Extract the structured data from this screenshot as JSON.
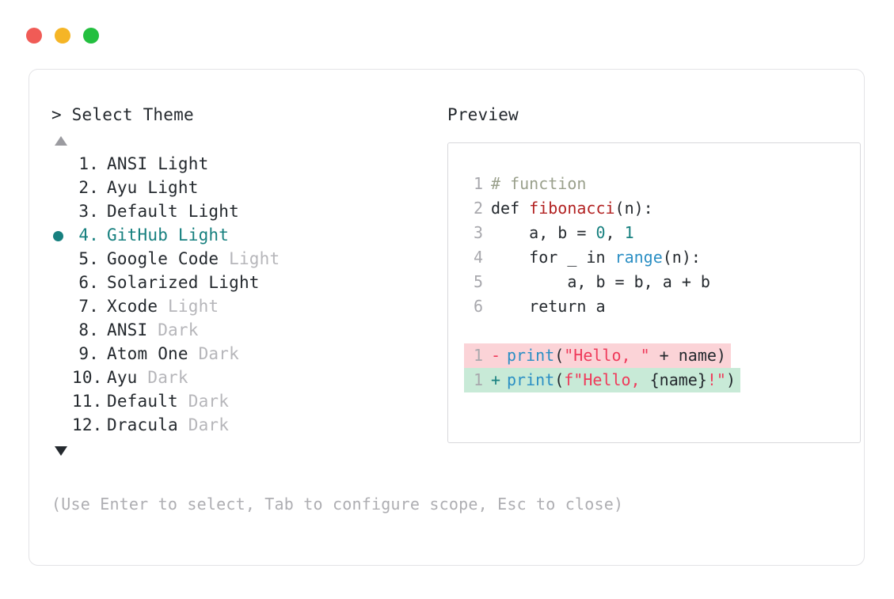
{
  "window": {
    "dots": [
      {
        "name": "close",
        "color": "#f05b56"
      },
      {
        "name": "minimize",
        "color": "#f5b526"
      },
      {
        "name": "maximize",
        "color": "#23bf3f"
      }
    ]
  },
  "prompt": {
    "heading": "> Select Theme",
    "scroll_up_indicator": "▲",
    "scroll_down_indicator": "▼",
    "selected_index": 4,
    "selected_marker": "●",
    "accent_color": "#17807f",
    "muted_color": "#b6b6ba"
  },
  "themes": [
    {
      "index": "1.",
      "name": "ANSI",
      "variant": " Light",
      "variant_muted": false,
      "selected": false
    },
    {
      "index": "2.",
      "name": "Ayu",
      "variant": " Light",
      "variant_muted": false,
      "selected": false
    },
    {
      "index": "3.",
      "name": "Default",
      "variant": " Light",
      "variant_muted": false,
      "selected": false
    },
    {
      "index": "4.",
      "name": "GitHub",
      "variant": " Light",
      "variant_muted": false,
      "selected": true
    },
    {
      "index": "5.",
      "name": "Google Code",
      "variant": " Light",
      "variant_muted": true,
      "selected": false
    },
    {
      "index": "6.",
      "name": "Solarized",
      "variant": " Light",
      "variant_muted": false,
      "selected": false
    },
    {
      "index": "7.",
      "name": "Xcode",
      "variant": " Light",
      "variant_muted": true,
      "selected": false
    },
    {
      "index": "8.",
      "name": "ANSI",
      "variant": " Dark",
      "variant_muted": true,
      "selected": false
    },
    {
      "index": "9.",
      "name": "Atom One",
      "variant": " Dark",
      "variant_muted": true,
      "selected": false
    },
    {
      "index": "10.",
      "name": "Ayu",
      "variant": " Dark",
      "variant_muted": true,
      "selected": false
    },
    {
      "index": "11.",
      "name": "Default",
      "variant": " Dark",
      "variant_muted": true,
      "selected": false
    },
    {
      "index": "12.",
      "name": "Dracula",
      "variant": " Dark",
      "variant_muted": true,
      "selected": false
    }
  ],
  "preview": {
    "heading": "Preview",
    "code_lines": [
      {
        "no": "1",
        "tokens": [
          {
            "t": "# function",
            "c": "t-comment"
          }
        ]
      },
      {
        "no": "2",
        "tokens": [
          {
            "t": "def ",
            "c": "t-kw"
          },
          {
            "t": "fibonacci",
            "c": "t-fn"
          },
          {
            "t": "(n):",
            "c": "t-plain"
          }
        ]
      },
      {
        "no": "3",
        "tokens": [
          {
            "t": "    a, b = ",
            "c": "t-plain"
          },
          {
            "t": "0",
            "c": "t-num"
          },
          {
            "t": ", ",
            "c": "t-plain"
          },
          {
            "t": "1",
            "c": "t-num"
          }
        ]
      },
      {
        "no": "4",
        "tokens": [
          {
            "t": "    for _ in ",
            "c": "t-plain"
          },
          {
            "t": "range",
            "c": "t-builtin"
          },
          {
            "t": "(n):",
            "c": "t-plain"
          }
        ]
      },
      {
        "no": "5",
        "tokens": [
          {
            "t": "        a, b = b, a + b",
            "c": "t-plain"
          }
        ]
      },
      {
        "no": "6",
        "tokens": [
          {
            "t": "    return a",
            "c": "t-plain"
          }
        ]
      }
    ],
    "diff_lines": [
      {
        "no": "1",
        "sign": "-",
        "kind": "del",
        "tokens": [
          {
            "t": "print",
            "c": "t-fnblue"
          },
          {
            "t": "(",
            "c": "t-plain"
          },
          {
            "t": "\"Hello, \"",
            "c": "t-str"
          },
          {
            "t": " + name)",
            "c": "t-plain"
          }
        ]
      },
      {
        "no": "1",
        "sign": "+",
        "kind": "add",
        "tokens": [
          {
            "t": "print",
            "c": "t-fnblue"
          },
          {
            "t": "(",
            "c": "t-plain"
          },
          {
            "t": "f\"Hello, ",
            "c": "t-str"
          },
          {
            "t": "{name}",
            "c": "t-plain"
          },
          {
            "t": "!\"",
            "c": "t-str"
          },
          {
            "t": ")",
            "c": "t-plain"
          }
        ]
      }
    ],
    "diff_colors": {
      "removed_bg": "#fbd3d7",
      "added_bg": "#c8ead7"
    }
  },
  "footer": {
    "hint": "(Use Enter to select, Tab to configure scope, Esc to close)"
  }
}
